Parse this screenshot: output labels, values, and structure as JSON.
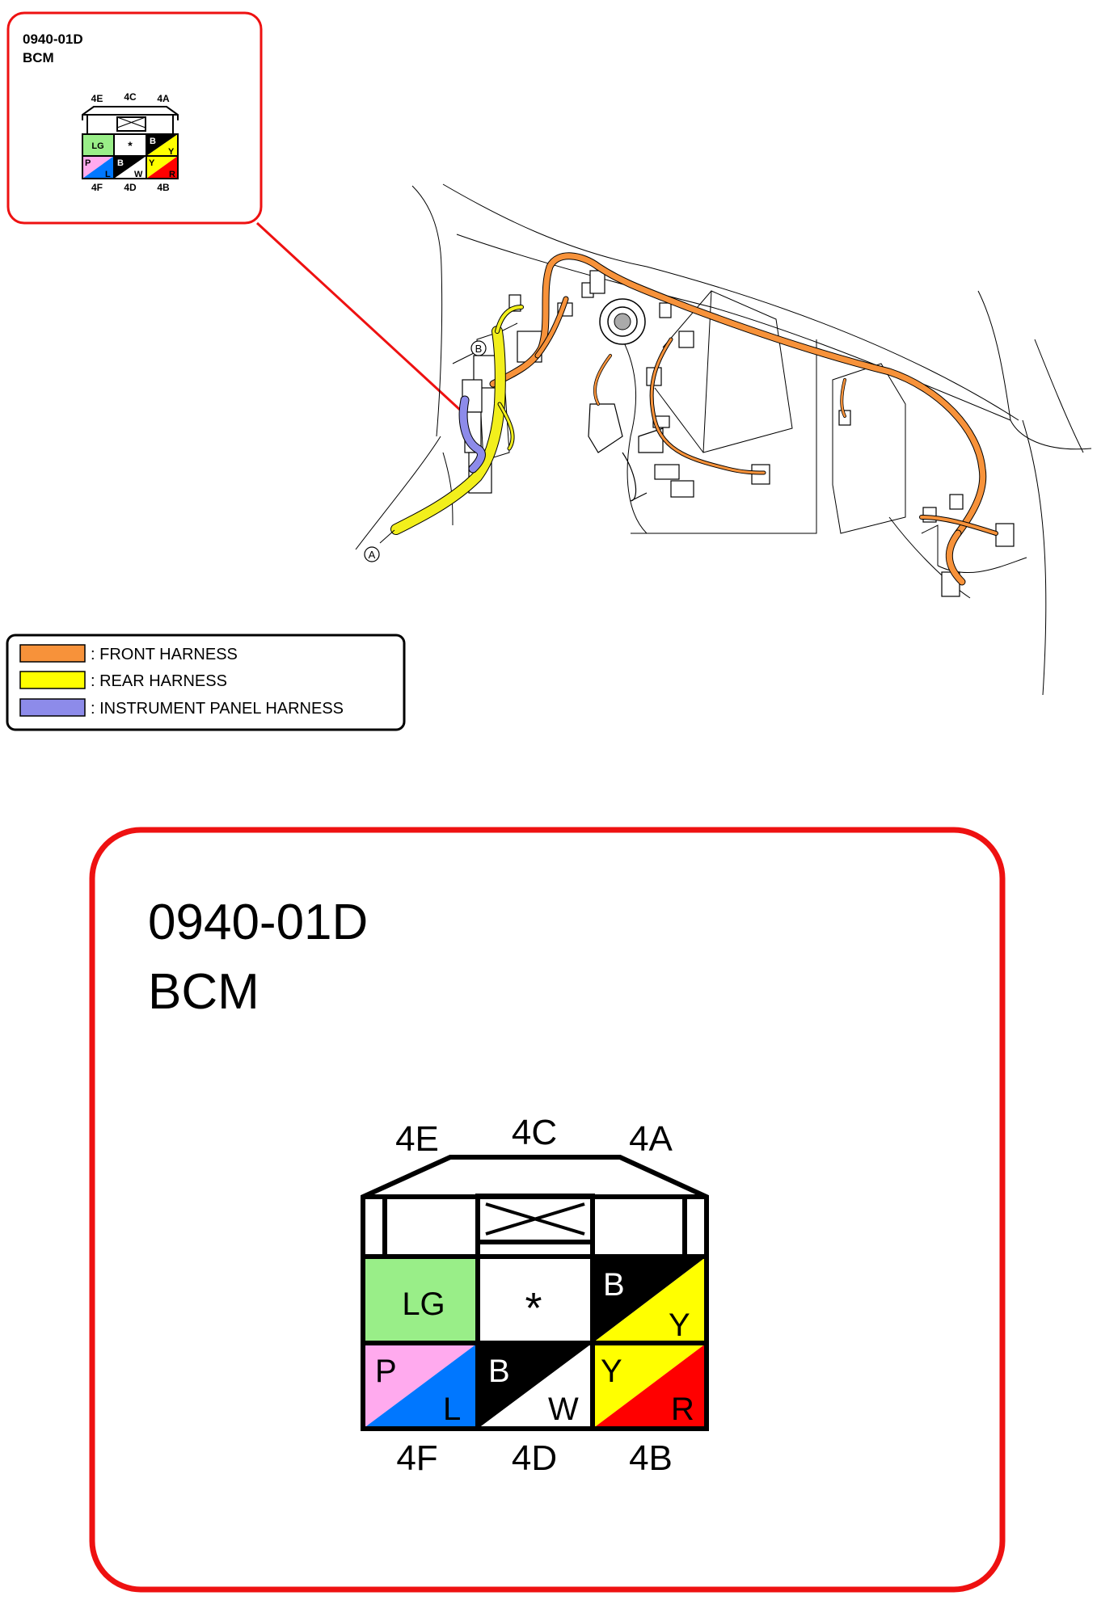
{
  "connector": {
    "code": "0940-01D",
    "name": "BCM",
    "top_labels": [
      "4E",
      "4C",
      "4A"
    ],
    "bottom_labels": [
      "4F",
      "4D",
      "4B"
    ],
    "pins": {
      "r1c1": {
        "main": "LG",
        "color": "#99ee88"
      },
      "r1c2": {
        "main": "*",
        "color": "#ffffff"
      },
      "r1c3": {
        "primary": "B",
        "secondary": "Y",
        "color_primary": "#000000",
        "color_secondary": "#ffff00"
      },
      "r2c1": {
        "primary": "P",
        "secondary": "L",
        "color_primary": "#ffaaee",
        "color_secondary": "#0077ff"
      },
      "r2c2": {
        "primary": "B",
        "secondary": "W",
        "color_primary": "#000000",
        "color_secondary": "#ffffff"
      },
      "r2c3": {
        "primary": "Y",
        "secondary": "R",
        "color_primary": "#ffff00",
        "color_secondary": "#ff0000"
      }
    }
  },
  "markers": {
    "a": "A",
    "b": "B"
  },
  "legend": {
    "items": [
      {
        "label": ": FRONT HARNESS",
        "color": "#f7923a"
      },
      {
        "label": ": REAR HARNESS",
        "color": "#ffff00"
      },
      {
        "label": ": INSTRUMENT PANEL HARNESS",
        "color": "#8d8bea"
      }
    ]
  },
  "colors": {
    "callout_border": "#ee1111",
    "front": "#f7923a",
    "rear": "#f2ef1c",
    "ip": "#8d8bea"
  }
}
